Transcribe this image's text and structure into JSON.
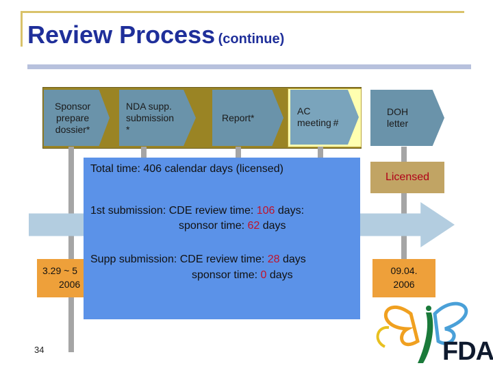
{
  "slide": {
    "title": "Review Process",
    "title_suffix": "(continue)",
    "page_number": "34"
  },
  "steps": [
    {
      "label": "Sponsor\nprepare\ndossier*"
    },
    {
      "label": "NDA supp.\nsubmission\n*"
    },
    {
      "label": "Report*"
    },
    {
      "label": "AC\nmeeting #"
    },
    {
      "label": "DOH\nletter"
    }
  ],
  "overlay": {
    "total_time": "Total time: 406 calendar days (licensed)",
    "first_prefix": "1st submission: CDE review time: ",
    "first_review_days": "106",
    "first_review_suffix": " days:",
    "first_sponsor_prefix": "sponsor time: ",
    "first_sponsor_days": "62",
    "first_sponsor_suffix": " days",
    "supp_prefix": "Supp submission: CDE review time: ",
    "supp_review_days": "28",
    "supp_review_suffix": " days",
    "supp_sponsor_prefix": "sponsor time: ",
    "supp_sponsor_days": "0",
    "supp_sponsor_suffix": " days"
  },
  "status": {
    "licensed": "Licensed"
  },
  "dates": {
    "left_line1": "3.29 ~ 5",
    "left_line2": "2006",
    "right_line1": "09.04.",
    "right_line2": "2006"
  },
  "logo": {
    "text": "FDA"
  },
  "colors": {
    "title": "#1f2f9a",
    "chevron": "#6a93aa",
    "overlay": "#5b92e8",
    "date_box": "#eea03a",
    "licensed_box": "#c1a464",
    "highlight_red": "#c0122a"
  }
}
